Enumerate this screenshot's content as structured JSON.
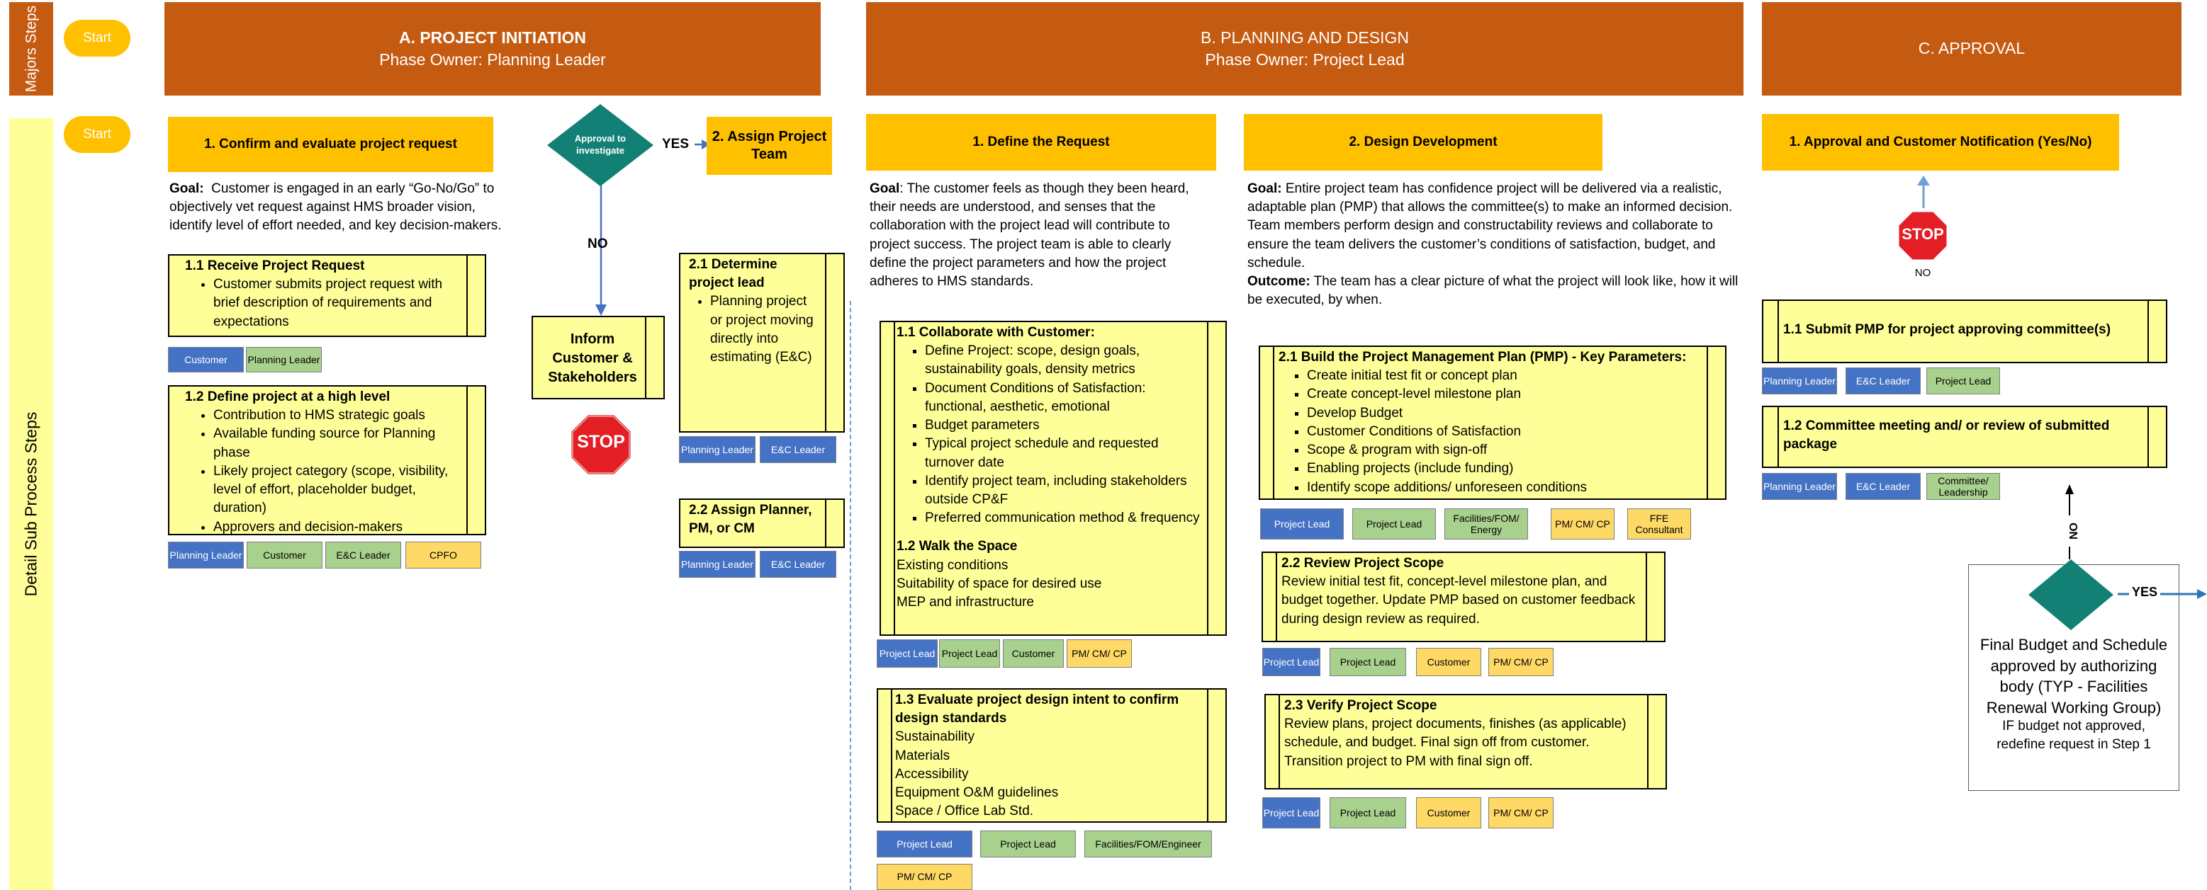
{
  "lanes": {
    "major": "Majors Steps",
    "detail": "Detail Sub Process Steps"
  },
  "start_label": "Start",
  "phases": [
    {
      "title": "A.  PROJECT INITIATION",
      "owner": "Phase Owner: Planning Leader"
    },
    {
      "title": "B.  PLANNING AND DESIGN",
      "owner": "Phase Owner: Project Lead"
    },
    {
      "title": "C. APPROVAL",
      "owner": ""
    }
  ],
  "initiation": {
    "header": "1. Confirm and evaluate project request",
    "goal_label": "Goal:",
    "goal_text": "Customer is engaged in an early “Go-No/Go” to objectively vet request against HMS broader vision, identify level of effort needed, and key decision-makers.",
    "box_1_1": {
      "title": "1.1 Receive Project Request",
      "bullets": [
        "Customer submits project request with brief description of requirements and expectations"
      ]
    },
    "tags_1_1": [
      "Customer",
      "Planning Leader"
    ],
    "box_1_2": {
      "title": "1.2 Define project at a high level",
      "bullets": [
        "Contribution to HMS strategic goals",
        "Available funding source for Planning phase",
        "Likely project category (scope, visibility, level of effort, placeholder budget, duration)",
        "Approvers and decision-makers"
      ]
    },
    "tags_1_2": [
      "Planning Leader",
      "Customer",
      "E&C Leader",
      "CPFO"
    ],
    "decision": "Approval to investigate",
    "yes": "YES",
    "no": "NO",
    "inform": "Inform Customer & Stakeholders",
    "stop": "STOP",
    "assign_header": "2. Assign Project Team",
    "box_2_1": {
      "title": "2.1 Determine project lead",
      "bullets": [
        "Planning project or project moving directly into estimating (E&C)"
      ]
    },
    "tags_2_1": [
      "Planning Leader",
      "E&C Leader"
    ],
    "box_2_2": {
      "title": "2.2 Assign Planner, PM, or CM"
    },
    "tags_2_2": [
      "Planning Leader",
      "E&C Leader"
    ]
  },
  "planning": {
    "define_header": "1. Define the Request",
    "define_goal_label": "Goal",
    "define_goal_text": ": The customer feels as though they been heard, their needs are understood, and senses that the collaboration with the project lead will contribute to project success. The project team is able to clearly define the project parameters and how the project adheres to HMS standards.",
    "box_1_1": {
      "title": "1.1 Collaborate with Customer:",
      "bullets": [
        "Define Project: scope, design goals, sustainability goals, density metrics",
        "Document Conditions of Satisfaction: functional, aesthetic, emotional",
        "Budget parameters",
        "Typical project schedule and requested turnover date",
        "Identify project team, including stakeholders outside CP&F",
        "Preferred communication method & frequency"
      ]
    },
    "box_1_2": {
      "title": "1.2 Walk the Space",
      "lines": [
        "Existing conditions",
        "Suitability of space for desired use",
        "MEP and infrastructure"
      ]
    },
    "tags_1_1": [
      "Project Lead",
      "Project Lead",
      "Customer",
      "PM/ CM/ CP"
    ],
    "box_1_3": {
      "title": "1.3 Evaluate project design intent to confirm design standards",
      "lines": [
        "Sustainability",
        "Materials",
        "Accessibility",
        "Equipment O&M guidelines",
        "Space / Office Lab Std."
      ]
    },
    "tags_1_3": [
      "Project Lead",
      "Project Lead",
      "Facilities/FOM/Engineer",
      "PM/ CM/ CP"
    ],
    "design_header": "2. Design Development",
    "design_goal_label": "Goal:",
    "design_goal_text": " Entire project team has confidence project will be delivered via a realistic, adaptable plan (PMP) that allows the committee(s) to make an informed decision.",
    "design_goal_text2": "Team members perform design and constructability reviews and collaborate to ensure the team delivers the customer’s conditions of satisfaction, budget, and schedule.",
    "design_outcome_label": "Outcome:",
    "design_outcome_text": " The team has a clear picture of what the project will look like, how it will be executed, by when.",
    "box_2_1": {
      "title": "2.1  Build the Project Management Plan (PMP) - Key Parameters:",
      "bullets": [
        "Create initial test fit or concept plan",
        "Create concept-level milestone plan",
        "Develop Budget",
        "Customer Conditions of Satisfaction",
        "Scope & program with sign-off",
        "Enabling projects (include funding)",
        "Identify scope additions/ unforeseen conditions"
      ]
    },
    "tags_2_1": [
      "Project Lead",
      "Project Lead",
      "Facilities/FOM/ Energy",
      "PM/ CM/ CP",
      "FFE Consultant"
    ],
    "box_2_2": {
      "title": "2.2  Review Project Scope",
      "text": "Review initial test fit, concept-level milestone plan, and budget together. Update PMP based on customer feedback during design review as required."
    },
    "tags_2_2": [
      "Project Lead",
      "Project Lead",
      "Customer",
      "PM/ CM/ CP"
    ],
    "box_2_3": {
      "title": "2.3 Verify Project Scope",
      "text": "Review plans, project documents, finishes (as applicable) schedule, and budget. Final sign off from customer. Transition project to PM with final sign off."
    },
    "tags_2_3": [
      "Project Lead",
      "Project Lead",
      "Customer",
      "PM/ CM/ CP"
    ]
  },
  "approval": {
    "header": "1. Approval and Customer Notification (Yes/No)",
    "stop": "STOP",
    "no": "NO",
    "box_1_1": {
      "title": "1.1  Submit PMP for project approving committee(s)"
    },
    "tags_1_1": [
      "Planning Leader",
      "E&C Leader",
      "Project Lead"
    ],
    "box_1_2": {
      "title": "1.2  Committee meeting and/ or review of submitted package"
    },
    "tags_1_2": [
      "Planning Leader",
      "E&C Leader",
      "Committee/ Leadership"
    ],
    "no_vertical": "NO",
    "yes": "YES",
    "final_text": "Final Budget and Schedule approved by authorizing body (TYP - Facilities Renewal Working Group)",
    "final_note": "IF budget not approved, redefine request in Step 1"
  },
  "colors": {
    "phase": "#c55a11",
    "header": "#ffc000",
    "box": "#ffff99",
    "decision": "#138076",
    "stop": "#e31e24",
    "arrow": "#4472c4"
  }
}
